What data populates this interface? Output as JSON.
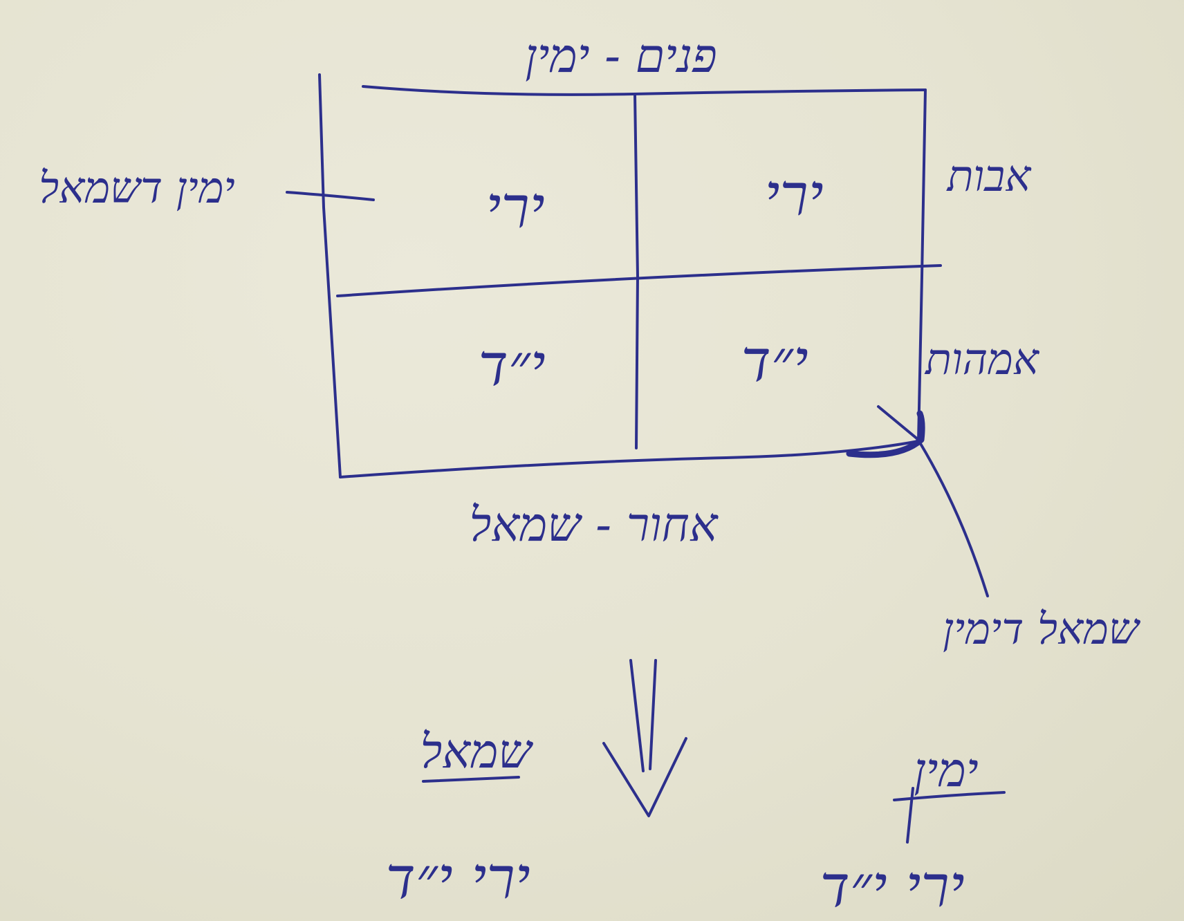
{
  "diagram": {
    "edges": {
      "top": "פנים - ימין",
      "bottom": "אחור - שמאל",
      "left_side": "ימין דשמאל",
      "right_upper": "אבות",
      "right_lower": "אמהות",
      "corner_note": "שמאל דימין"
    },
    "cells": {
      "top_left": "ירי",
      "top_right": "ירי",
      "bottom_left": "י״ד",
      "bottom_right": "י״ד"
    },
    "conclusion": {
      "left_heading": "שמאל",
      "left_values": "ירי י״ד",
      "right_heading": "ימין",
      "right_values": "ירי י״ד"
    },
    "ink_color": "#2c2f8c",
    "paper_color": "#e7e5d4"
  }
}
